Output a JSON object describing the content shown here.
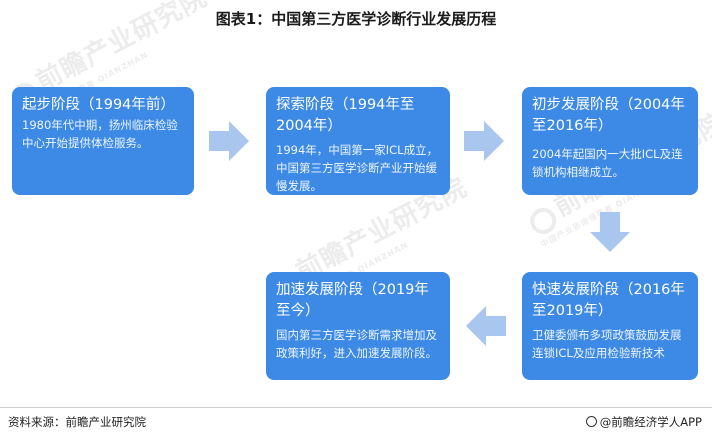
{
  "title": "图表1：中国第三方医学诊断行业发展历程",
  "watermark": {
    "main": "前瞻产业研究院",
    "sub": "中国产业咨询领导者 QIANZHAN"
  },
  "stages": [
    {
      "heading": "起步阶段（1994年前）",
      "description": "1980年代中期，扬州临床检验中心开始提供体检服务。"
    },
    {
      "heading": "探索阶段（1994年至2004年）",
      "description": "1994年，中国第一家ICL成立，中国第三方医学诊断产业开始缓慢发展。"
    },
    {
      "heading": "初步发展阶段（2004年至2016年）",
      "description": "2004年起国内一大批ICL及连锁机构相继成立。"
    },
    {
      "heading": "快速发展阶段（2016年至2019年）",
      "description": "卫健委颁布多项政策鼓励发展连锁ICL及应用检验新技术"
    },
    {
      "heading": "加速发展阶段（2019年至今）",
      "description": "国内第三方医学诊断需求增加及政策利好，进入加速发展阶段。"
    }
  ],
  "footer": {
    "source": "资料来源：前瞻产业研究院",
    "brand": "@前瞻经济学人APP"
  },
  "colors": {
    "box": "#3d8ae6",
    "arrow": "#a9c6ef"
  }
}
